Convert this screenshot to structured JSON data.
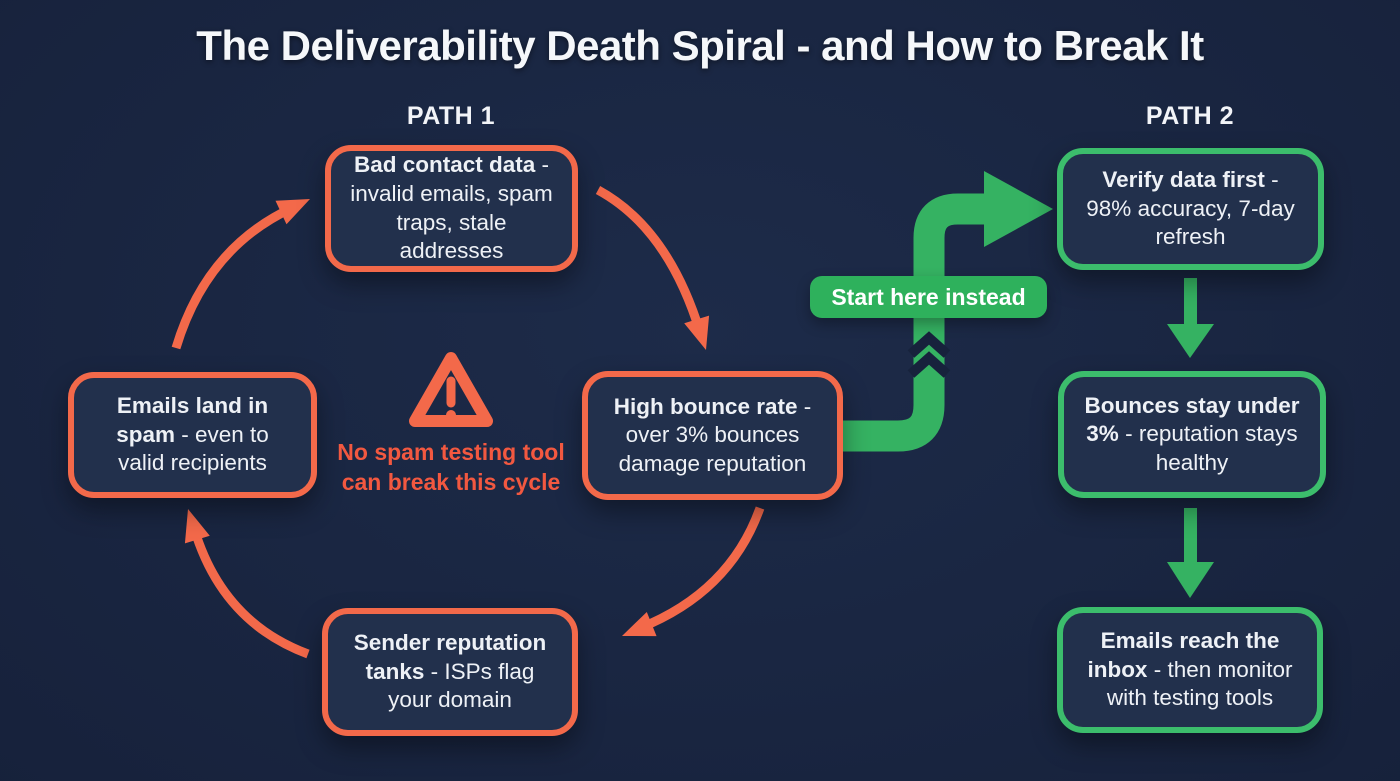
{
  "title": "The Deliverability Death Spiral - and How to Break It",
  "colors": {
    "background": "#17223C",
    "card_fill": "#22304C",
    "orange_accent": "#F3694A",
    "orange_warning_text": "#F25840",
    "green_arrow": "#35B262",
    "green_pill": "#2EB15C",
    "green_border": "#3CBD6C",
    "text": "#EEF1F6"
  },
  "path1": {
    "label": "PATH 1",
    "boxes": [
      {
        "bold": "Bad contact data",
        "rest": "- invalid emails, spam traps, stale addresses"
      },
      {
        "bold": "High bounce rate",
        "rest": "- over 3% bounces damage reputation"
      },
      {
        "bold": "Sender reputation tanks",
        "rest": "- ISPs flag your domain"
      },
      {
        "bold": "Emails land in spam",
        "rest": "- even to valid recipients"
      }
    ],
    "warning_text": "No spam testing tool can break this cycle"
  },
  "path2": {
    "label": "PATH 2",
    "boxes": [
      {
        "bold": "Verify data first",
        "rest": "- 98% accuracy, 7-day refresh"
      },
      {
        "bold": "Bounces stay under 3%",
        "rest": "- reputation stays healthy"
      },
      {
        "bold": "Emails reach the inbox",
        "rest": "- then monitor with testing tools"
      }
    ]
  },
  "crossover": {
    "label": "Start here instead"
  }
}
